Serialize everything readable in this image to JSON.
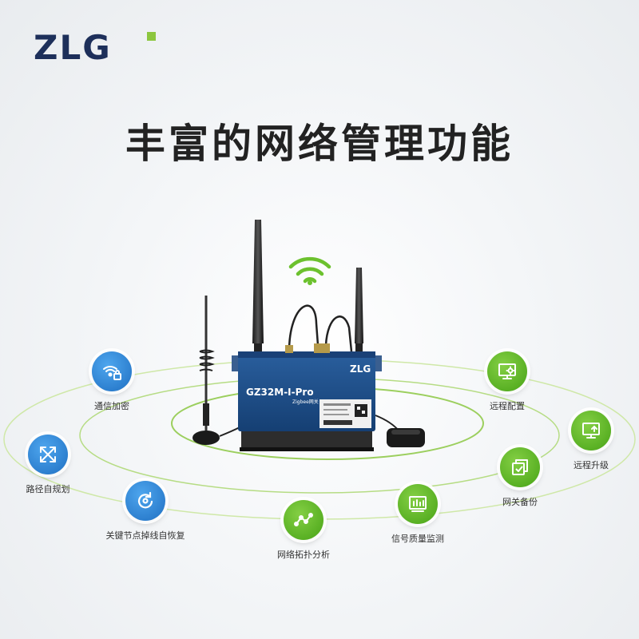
{
  "brand": {
    "logo_text": "ZLG"
  },
  "headline": "丰富的网络管理功能",
  "device": {
    "model": "GZ32M-I-Pro",
    "sub": "Zigbee网关",
    "logo": "ZLG"
  },
  "features": {
    "encryption": {
      "label": "通信加密",
      "icon": "wifi-lock-icon"
    },
    "path_planning": {
      "label": "路径自规划",
      "icon": "expand-arrows-icon"
    },
    "node_recovery": {
      "label": "关键节点掉线自恢复",
      "icon": "recovery-icon"
    },
    "topology": {
      "label": "网络拓扑分析",
      "icon": "topology-icon"
    },
    "signal_monitor": {
      "label": "信号质量监测",
      "icon": "signal-monitor-icon"
    },
    "gateway_backup": {
      "label": "网关备份",
      "icon": "backup-icon"
    },
    "remote_upgrade": {
      "label": "远程升级",
      "icon": "upgrade-monitor-icon"
    },
    "remote_config": {
      "label": "远程配置",
      "icon": "config-monitor-icon"
    }
  },
  "colors": {
    "blue": "#2a7fd4",
    "green": "#5cb82a",
    "device": "#1c4f8c",
    "logo": "#1d2f5a",
    "accent": "#8cc63e"
  }
}
